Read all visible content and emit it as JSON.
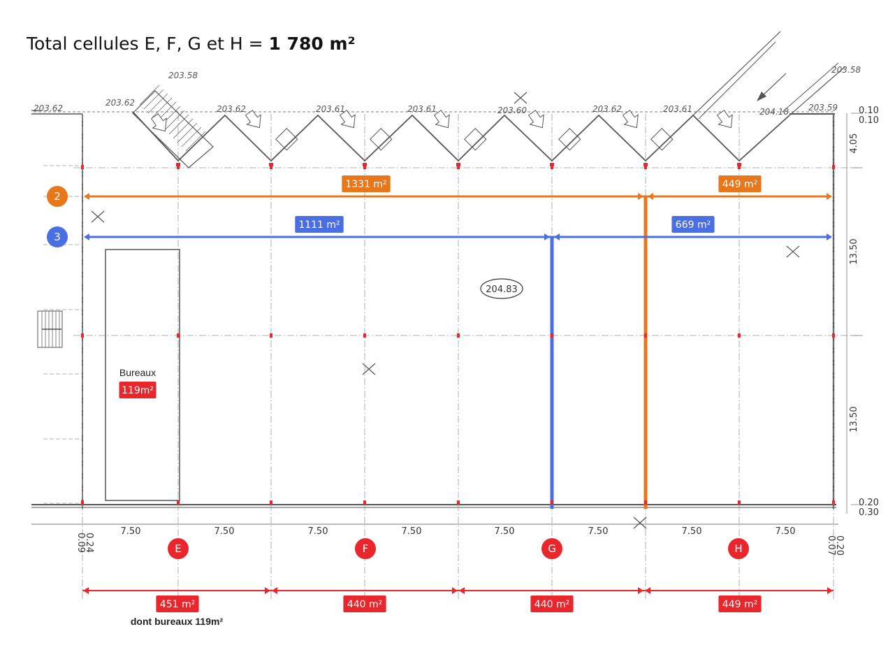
{
  "title": {
    "prefix": "Total cellules E, F, G et H = ",
    "total": "1 780 m²"
  },
  "colors": {
    "orange": "#E8761B",
    "blue": "#4A6FE3",
    "red": "#E8262B",
    "line": "#555555"
  },
  "elevations": [
    "203.62",
    "203.62",
    "203.58",
    "203.62",
    "203.61",
    "203.61",
    "203.60",
    "203.62",
    "203.61",
    "204.18",
    "203.59",
    "203.58"
  ],
  "spot_level": "204.83",
  "right_dims": [
    "0.10",
    "0.10",
    "4.05",
    "13.50",
    "13.50",
    "0.20",
    "0.30"
  ],
  "bay_dims": [
    "7.50",
    "7.50",
    "7.50",
    "7.50",
    "7.50",
    "7.50",
    "7.50",
    "7.50"
  ],
  "left_dims": [
    "0.09",
    "0.24"
  ],
  "end_dims": [
    "0.07",
    "0.20"
  ],
  "rows": [
    {
      "marker": "2",
      "areas": [
        "1331 m²",
        "449 m²"
      ]
    },
    {
      "marker": "3",
      "areas": [
        "1111 m²",
        "669 m²"
      ]
    }
  ],
  "columns": [
    "E",
    "F",
    "G",
    "H"
  ],
  "cells": [
    "451 m²",
    "440 m²",
    "440 m²",
    "449 m²"
  ],
  "bureaux": {
    "label": "Bureaux",
    "area": "119m²",
    "note": "dont bureaux 119m²"
  }
}
